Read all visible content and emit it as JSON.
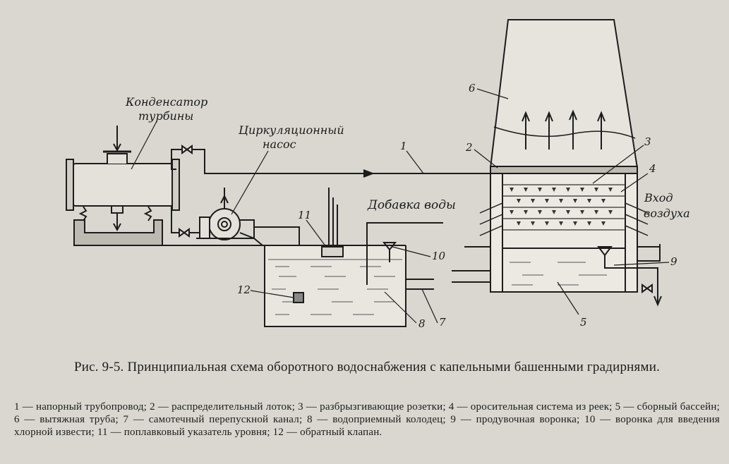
{
  "labels": {
    "condenser_line1": "Конденсатор",
    "condenser_line2": "турбины",
    "pump_line1": "Циркуляционный",
    "pump_line2": "насос",
    "water_add": "Добавка воды",
    "air_line1": "Вход",
    "air_line2": "воздуха"
  },
  "numbers": {
    "n1": "1",
    "n2": "2",
    "n3": "3",
    "n4": "4",
    "n5": "5",
    "n6": "6",
    "n7": "7",
    "n8": "8",
    "n9": "9",
    "n10": "10",
    "n11": "11",
    "n12": "12"
  },
  "caption": {
    "title": "Рис. 9-5. Принципиальная схема оборотного водоснабжения с капельными башенными градирнями.",
    "body": "1 — напорный трубопровод; 2 — распределительный лоток; 3 — разбрызгивающие розетки; 4 — оросительная система из реек; 5 — сборный бассейн; 6 — вытяжная труба; 7 — самотечный перепускной канал; 8 — водоприемный колодец; 9 — продувочная воронка; 10 — воронка для введения хлорной извести; 11 — поплавковый указатель уровня; 12 — обратный клапан."
  }
}
